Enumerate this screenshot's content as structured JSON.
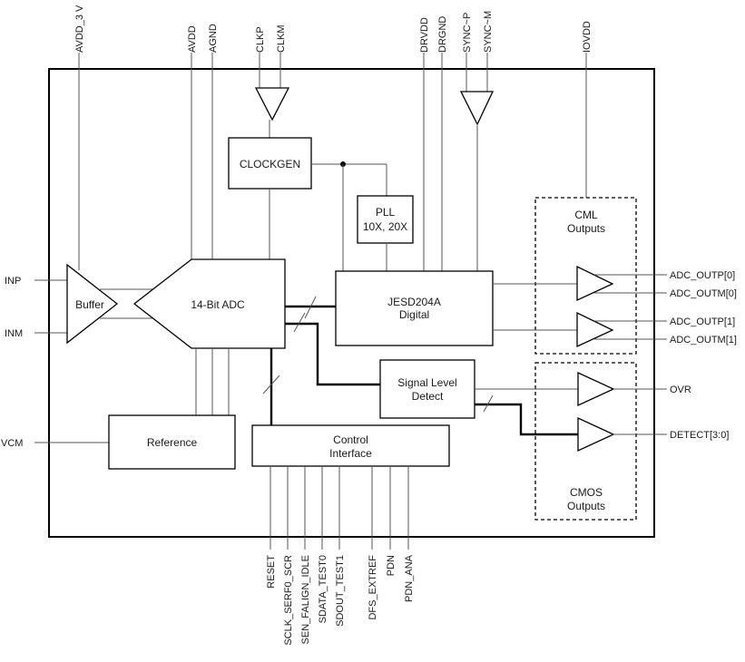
{
  "top_pins": {
    "avdd_3v": "AVDD_3 V",
    "avdd": "AVDD",
    "agnd": "AGND",
    "clkp": "CLKP",
    "clkm": "CLKM",
    "drvdd": "DRVDD",
    "drgnd": "DRGND",
    "sync_p": "SYNC~P",
    "sync_m": "SYNC~M",
    "iovdd": "IOVDD"
  },
  "left_pins": {
    "inp": "INP",
    "inm": "INM",
    "vcm": "VCM"
  },
  "right_pins": {
    "adc_outp0": "ADC_OUTP[0]",
    "adc_outm0": "ADC_OUTM[0]",
    "adc_outp1": "ADC_OUTP[1]",
    "adc_outm1": "ADC_OUTM[1]",
    "ovr": "OVR",
    "detect": "DETECT[3:0]"
  },
  "bottom_pins": {
    "reset": "RESET",
    "sclk": "SCLK_SERF0_SCR",
    "sen": "SEN_FALIGN_IDLE",
    "sdata": "SDATA_TEST0",
    "sdout": "SDOUT_TEST1",
    "dfs": "DFS_EXTREF",
    "pdn": "PDN",
    "pdn_ana": "PDN_ANA"
  },
  "blocks": {
    "buffer": "Buffer",
    "adc": "14-Bit ADC",
    "clockgen": "CLOCKGEN",
    "pll_line1": "PLL",
    "pll_line2": "10X, 20X",
    "jesd_line1": "JESD204A",
    "jesd_line2": "Digital",
    "signal_line1": "Signal Level",
    "signal_line2": "Detect",
    "reference": "Reference",
    "control_line1": "Control",
    "control_line2": "Interface",
    "cml_line1": "CML",
    "cml_line2": "Outputs",
    "cmos_line1": "CMOS",
    "cmos_line2": "Outputs"
  }
}
